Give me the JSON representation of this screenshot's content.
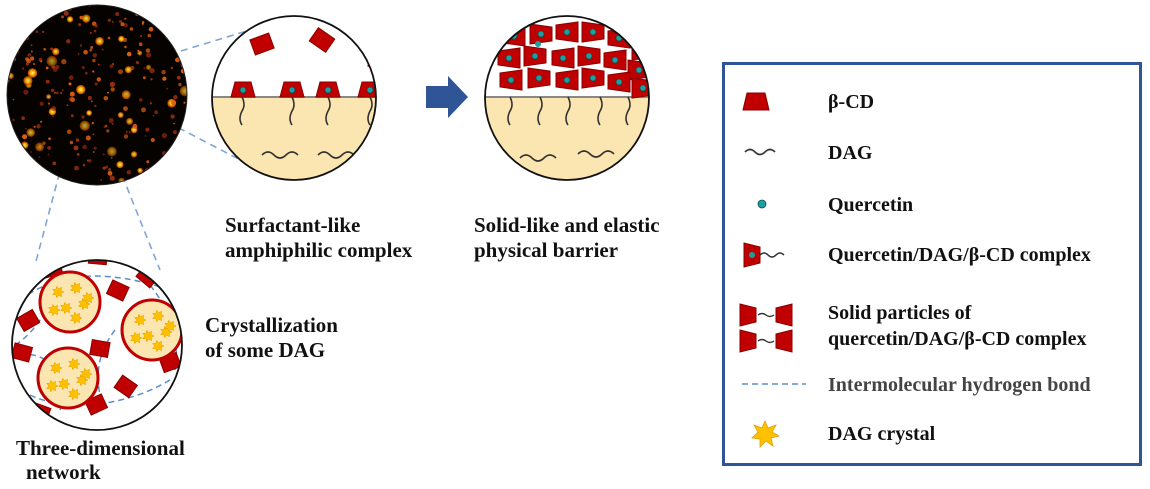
{
  "captions": {
    "surfactant": [
      "Surfactant-like",
      "amphiphilic complex"
    ],
    "barrier": [
      "Solid-like and elastic",
      "physical barrier"
    ],
    "crystallization": [
      "Crystallization",
      "of some DAG"
    ],
    "network": [
      "Three-dimensional",
      "network"
    ]
  },
  "legend": {
    "items": [
      {
        "icon": "beta-cd-icon",
        "label": "β-CD"
      },
      {
        "icon": "dag-icon",
        "label": "DAG"
      },
      {
        "icon": "quercetin-icon",
        "label": "Quercetin"
      },
      {
        "icon": "complex-icon",
        "label": "Quercetin/DAG/β-CD complex"
      },
      {
        "icon": "solid-particles-icon",
        "label": "Solid particles of\nquercetin/DAG/β-CD complex"
      },
      {
        "icon": "hydrogen-bond-icon",
        "label": "Intermolecular hydrogen bond"
      },
      {
        "icon": "dag-crystal-icon",
        "label": "DAG crystal"
      }
    ]
  },
  "colors": {
    "cd_red": "#c00000",
    "oil_yellow": "#fbe5b0",
    "quercetin_teal": "#1aa0a0",
    "crystal_gold": "#ffc000",
    "arrow_blue": "#2f5597",
    "bond_blue": "#5b8fc9"
  }
}
